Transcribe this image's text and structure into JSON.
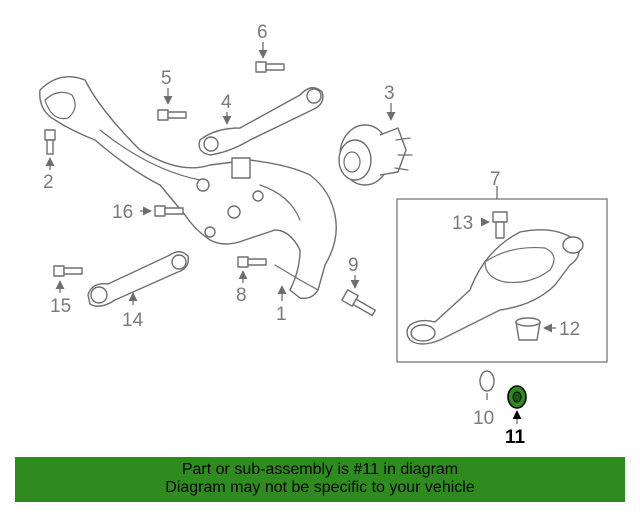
{
  "callouts": {
    "p1": "1",
    "p2": "2",
    "p3": "3",
    "p4": "4",
    "p5": "5",
    "p6": "6",
    "p7": "7",
    "p8": "8",
    "p9": "9",
    "p10": "10",
    "p11": "11",
    "p12": "12",
    "p13": "13",
    "p14": "14",
    "p15": "15",
    "p16": "16"
  },
  "banner": {
    "line1": "Part or sub-assembly is #11 in diagram",
    "line2": "Diagram may not be specific to your vehicle"
  },
  "colors": {
    "banner_bg": "#2e8c1e",
    "highlight_part": "#2e8c1e",
    "line_art": "#6e6e6e"
  }
}
